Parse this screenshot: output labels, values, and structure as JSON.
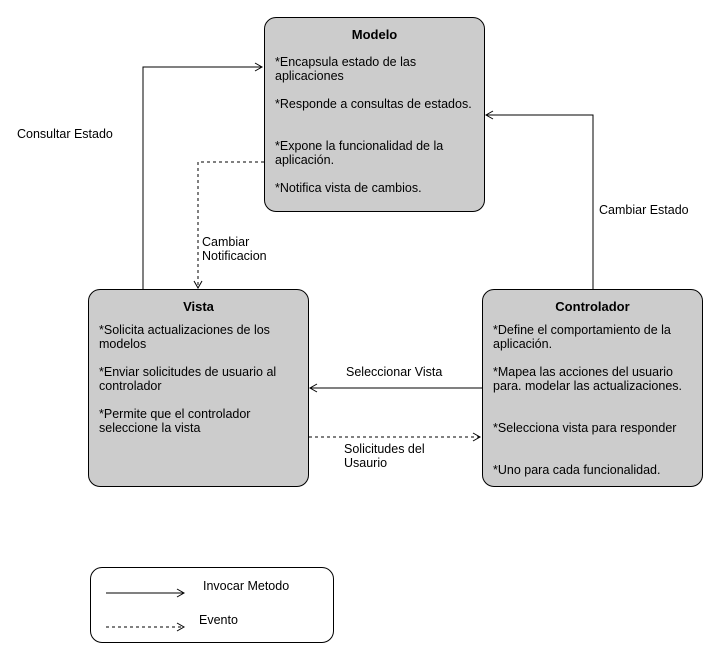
{
  "modelo": {
    "title": "Modelo",
    "items": [
      "*Encapsula estado de las aplicaciones",
      "*Responde a consultas de estados.",
      "*Expone la funcionalidad de la aplicación.",
      "*Notifica vista de cambios."
    ]
  },
  "vista": {
    "title": "Vista",
    "items": [
      "*Solicita actualizaciones de los modelos",
      "*Enviar solicitudes de usuario al controlador",
      "*Permite que el controlador seleccione la vista"
    ]
  },
  "controlador": {
    "title": "Controlador",
    "items": [
      "*Define el comportamiento de la aplicación.",
      "*Mapea las acciones del usuario para. modelar las actualizaciones.",
      "*Selecciona vista para responder",
      "*Uno para cada funcionalidad."
    ]
  },
  "edges": {
    "consultar_estado": "Consultar Estado",
    "cambiar_notificacion": "Cambiar Notificacion",
    "cambiar_estado": "Cambiar Estado",
    "seleccionar_vista": "Seleccionar Vista",
    "solicitudes_usuario": "Solicitudes del Usaurio"
  },
  "legend": {
    "invocar_metodo": "Invocar Metodo",
    "evento": "Evento"
  }
}
